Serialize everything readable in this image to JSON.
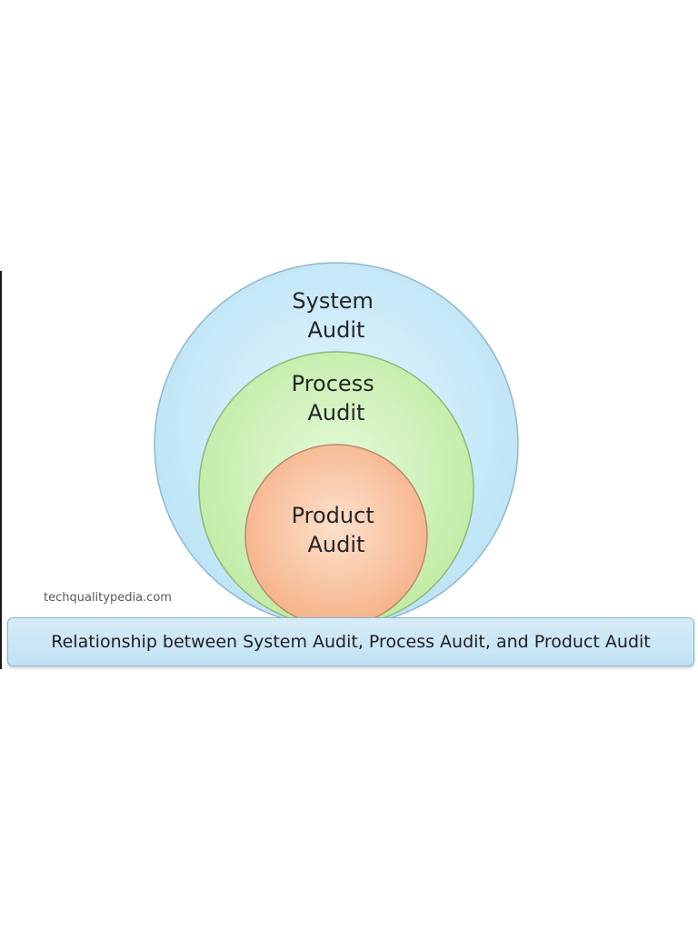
{
  "diagram": {
    "circles": [
      {
        "id": "system",
        "label_lines": [
          "System",
          "Audit"
        ],
        "fill": "#c6e9f7",
        "stroke": "#8fb8cc"
      },
      {
        "id": "process",
        "label_lines": [
          "Process",
          "Audit"
        ],
        "fill": "#c9f1b5",
        "stroke": "#8fb67c"
      },
      {
        "id": "product",
        "label_lines": [
          "Product",
          "Audit"
        ],
        "fill": "#f8be98",
        "stroke": "#b98a6e"
      }
    ],
    "watermark": "techqualitypedia.com",
    "caption": "Relationship between System Audit, Process Audit, and Product Audit"
  }
}
